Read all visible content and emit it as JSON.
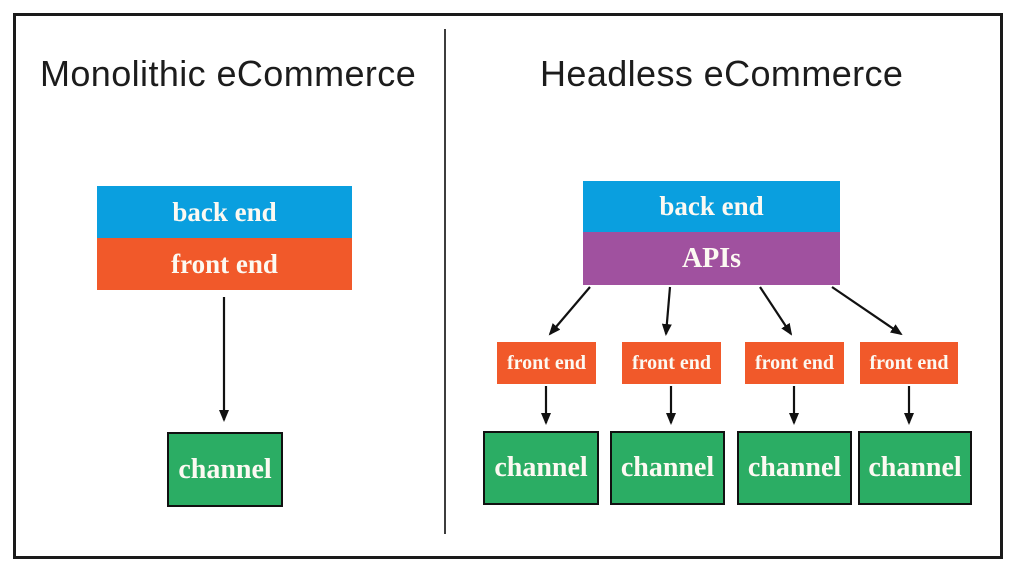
{
  "diagram": {
    "left_panel": {
      "title": "Monolithic eCommerce",
      "backend_label": "back end",
      "frontend_label": "front end",
      "channel_label": "channel"
    },
    "right_panel": {
      "title": "Headless eCommerce",
      "backend_label": "back end",
      "apis_label": "APIs",
      "frontend_labels": [
        "front end",
        "front end",
        "front end",
        "front end"
      ],
      "channel_labels": [
        "channel",
        "channel",
        "channel",
        "channel"
      ]
    },
    "colors": {
      "blue": "#0A9FDF",
      "orange": "#F1592A",
      "purple": "#A0519F",
      "green": "#2BAD64",
      "line": "#1a1a1a"
    }
  }
}
